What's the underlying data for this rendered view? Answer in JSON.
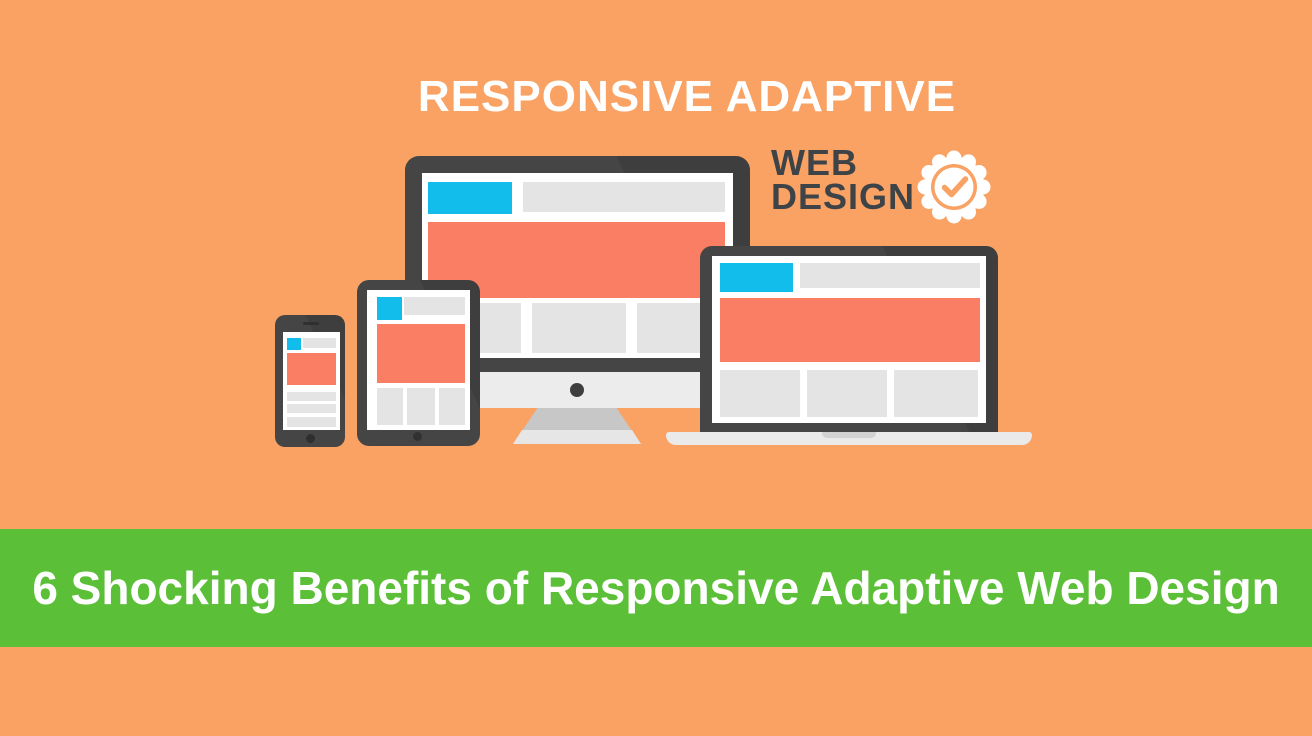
{
  "header": {
    "title": "RESPONSIVE ADAPTIVE",
    "subtitle_line1": "WEB",
    "subtitle_line2": "DESIGN"
  },
  "banner": {
    "text": "6 Shocking Benefits of Responsive Adaptive Web Design"
  },
  "icons": {
    "badge": "badge-check-icon"
  },
  "illustration": {
    "devices": [
      "desktop-monitor",
      "laptop",
      "tablet",
      "smartphone"
    ],
    "screen_blocks": [
      "logo-block",
      "nav-block",
      "hero-block",
      "content-block"
    ]
  },
  "colors": {
    "background": "#F9A264",
    "banner_green": "#5BBF38",
    "device_frame": "#454545",
    "screen_white": "#FFFFFF",
    "hero_coral": "#F97E63",
    "logo_cyan": "#12BDEC",
    "block_gray": "#E4E4E4",
    "subtitle_text": "#3E4347",
    "title_text": "#FFFFFF"
  }
}
